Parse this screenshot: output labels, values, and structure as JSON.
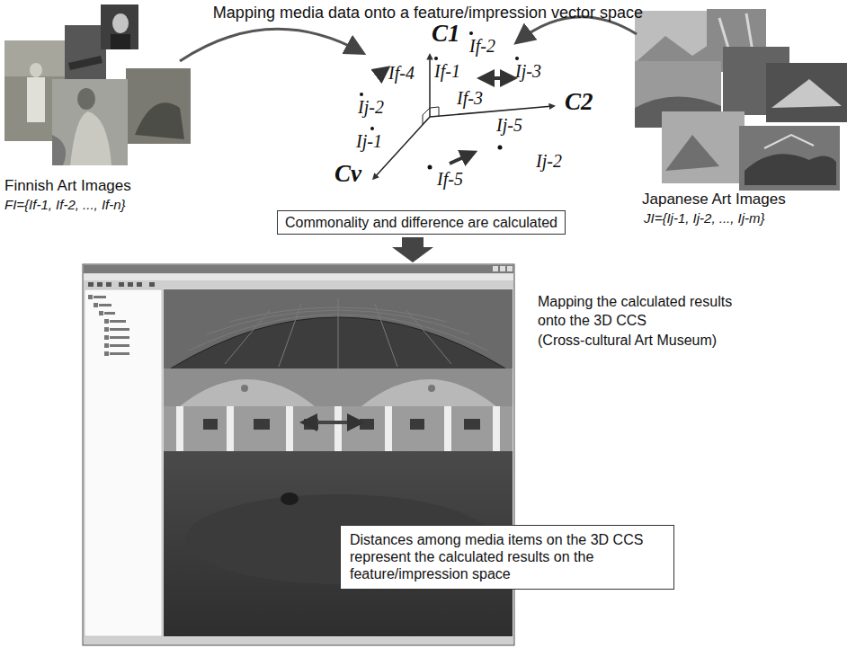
{
  "diagram": {
    "title": "Mapping media data onto a feature/impression vector space",
    "nodes": [
      {
        "text": [
          "Commonality and difference are calculated"
        ]
      },
      {
        "text": [
          "Distances among media items on the 3D CCS represent the calculated results on the feature/impression space"
        ]
      }
    ],
    "labels": [
      "Finnish Art Images",
      "FI={If-1, If-2, ..., If-n}",
      "C1",
      "If-2",
      "If-1",
      "Ij-3",
      "If-4",
      "Ij-2",
      "If-3",
      "Ij-5",
      "C2",
      "Ij-1",
      "Cv",
      "If-5",
      "Ij-2",
      "Japanese Art Images",
      "JI={Ij-1, Ij-2, ..., Ij-m}",
      "Mapping the calculated results onto the 3D CCS",
      "(Cross-cultural Art Museum)"
    ]
  }
}
